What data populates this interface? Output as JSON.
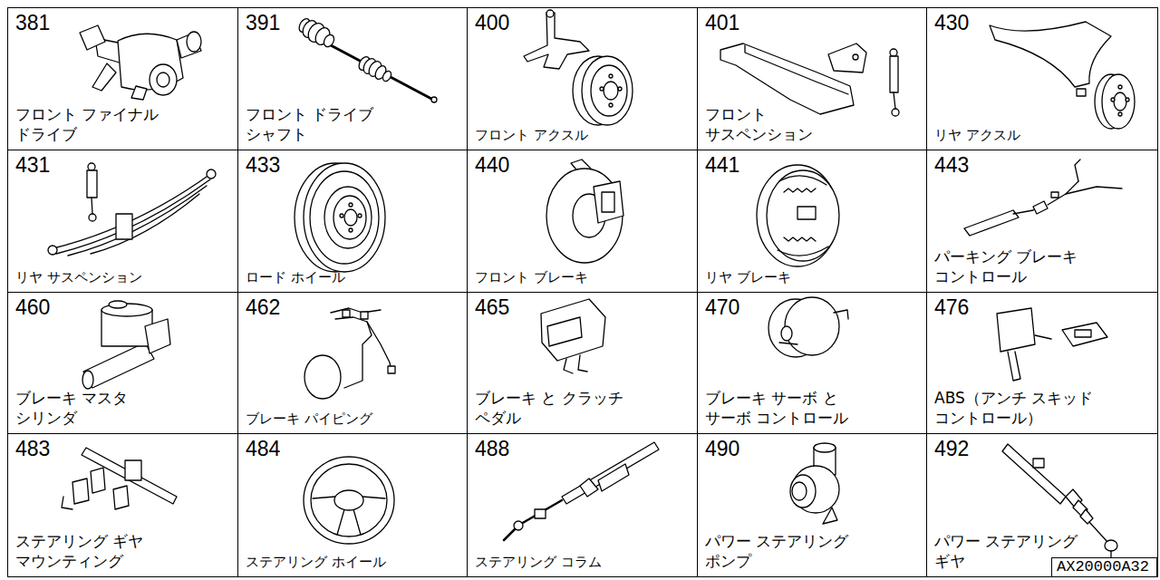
{
  "diagram": {
    "nodes": [
      {
        "text": [
          "381",
          "フロント ファイナル ドライブ"
        ]
      },
      {
        "text": [
          "391",
          "フロント ドライブ シャフト"
        ]
      },
      {
        "text": [
          "400",
          "フロント アクスル"
        ]
      },
      {
        "text": [
          "401",
          "フロント サスペンション"
        ]
      },
      {
        "text": [
          "430",
          "リヤ アクスル"
        ]
      },
      {
        "text": [
          "431",
          "リヤ サスペンション"
        ]
      },
      {
        "text": [
          "433",
          "ロード ホイール"
        ]
      },
      {
        "text": [
          "440",
          "フロント ブレーキ"
        ]
      },
      {
        "text": [
          "441",
          "リヤ ブレーキ"
        ]
      },
      {
        "text": [
          "443",
          "パーキング ブレーキ コントロール"
        ]
      },
      {
        "text": [
          "460",
          "ブレーキ マスタ シリンダ"
        ]
      },
      {
        "text": [
          "462",
          "ブレーキ パイピング"
        ]
      },
      {
        "text": [
          "465",
          "ブレーキ と クラッチ ペダル"
        ]
      },
      {
        "text": [
          "470",
          "ブレーキ サーボ と サーボ コントロール"
        ]
      },
      {
        "text": [
          "476",
          "ABS（アンチ スキッド コントロール）"
        ]
      },
      {
        "text": [
          "483",
          "ステアリング ギヤ マウンティング"
        ]
      },
      {
        "text": [
          "484",
          "ステアリング ホイール"
        ]
      },
      {
        "text": [
          "488",
          "ステアリング コラム"
        ]
      },
      {
        "text": [
          "490",
          "パワー ステアリング ポンプ"
        ]
      },
      {
        "text": [
          "492",
          "パワー ステアリング ギヤ"
        ]
      },
      {
        "text": [
          "AX20000A32"
        ]
      }
    ]
  }
}
